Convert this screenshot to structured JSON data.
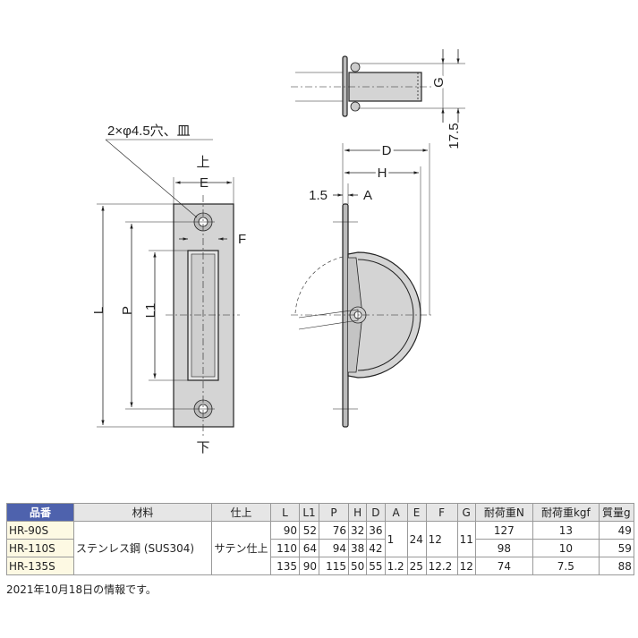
{
  "drawing": {
    "hole_note": "2×φ4.5穴、皿",
    "top_label": "上",
    "bottom_label": "下",
    "dims": {
      "L": "L",
      "P": "P",
      "L1": "L1",
      "E": "E",
      "F": "F",
      "D": "D",
      "H": "H",
      "A": "A",
      "G": "G",
      "t": "1.5",
      "offset": "17.5"
    }
  },
  "table": {
    "headers": [
      "品番",
      "材料",
      "仕上",
      "L",
      "L1",
      "P",
      "H",
      "D",
      "A",
      "E",
      "F",
      "G",
      "耐荷重N",
      "耐荷重kgf",
      "質量g"
    ],
    "material": "ステンレス鋼 (SUS304)",
    "finish": "サテン仕上",
    "rows": [
      {
        "model": "HR-90S",
        "L": "90",
        "L1": "52",
        "P": "76",
        "H": "32",
        "D": "36",
        "A": "1",
        "E": "24",
        "F": "12",
        "G": "11",
        "loadN": "127",
        "loadKgf": "13",
        "mass": "49"
      },
      {
        "model": "HR-110S",
        "L": "110",
        "L1": "64",
        "P": "94",
        "H": "38",
        "D": "42",
        "loadN": "98",
        "loadKgf": "10",
        "mass": "59"
      },
      {
        "model": "HR-135S",
        "L": "135",
        "L1": "90",
        "P": "115",
        "H": "50",
        "D": "55",
        "A": "1.2",
        "E": "25",
        "F": "12.2",
        "G": "12",
        "loadN": "74",
        "loadKgf": "7.5",
        "mass": "88"
      }
    ]
  },
  "note": "2021年10月18日の情報です。",
  "colors": {
    "header_accent": "#4e62ad",
    "model_bg": "#fdf9e3",
    "part_fill": "#d4d4d4"
  }
}
